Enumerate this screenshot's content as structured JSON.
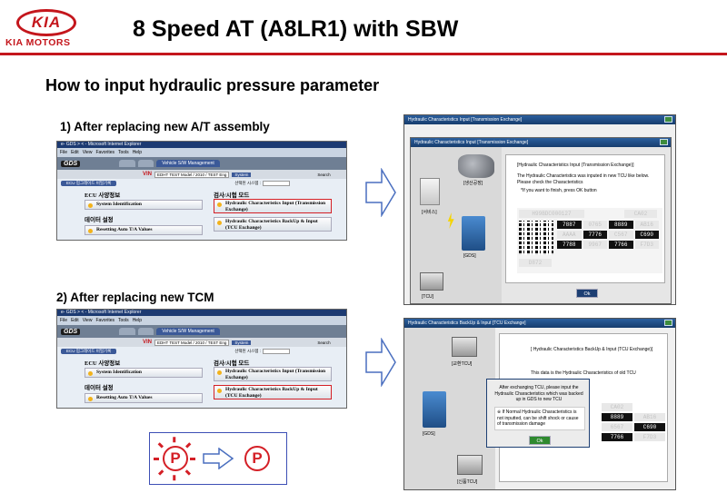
{
  "header": {
    "logo_text": "KIA",
    "logo_subtext": "KIA MOTORS",
    "title": "8 Speed AT (A8LR1) with SBW"
  },
  "subtitle": "How to input hydraulic pressure parameter",
  "steps": [
    {
      "label": "1) After replacing new A/T assembly"
    },
    {
      "label": "2) After replacing new TCM"
    }
  ],
  "gds": {
    "window_title": "e- GDS > < - Microsoft Internet Explorer",
    "menu_items": [
      "File",
      "Edit",
      "View",
      "Favorites",
      "Tools",
      "Help"
    ],
    "logo": "GDS",
    "tabs": [
      "Vehicle S/W Management"
    ],
    "vin_label": "VIN",
    "vin_value": "EDHT TEST Model / 2010 / TEST Eng",
    "system_label": "System",
    "search_label": "Search",
    "crumb": "ECU 업그레이드 비밀기록",
    "select_label": "선택된 시스템 :",
    "ecu_info_heading": "ECU 사양정보",
    "system_identification": "System Identification",
    "data_setting_heading": "데이터 설정",
    "resetting_label": "Resetting Auto T/A Values",
    "test_mode_heading": "검사/시험 모드",
    "hydraulic_input": "Hydraulic Characteristics Input (Transmission Exchange)",
    "hydraulic_backup": "Hydraulic Characteristics BackUp & Input (TCU Exchange)"
  },
  "dialog1": {
    "outer_title": "Hydraulic Characteristics Input [Transmission Exchange]",
    "inner_title": "Hydraulic Characteristics Input [Transmission Exchange]",
    "label_factory": "[생산공장]",
    "label_dealer": "[서비스]",
    "label_gds": "[GDS]",
    "label_tcu": "[TCU]",
    "heading": "[Hydraulic Characteristics Input (Transmission Exchange)]",
    "text1": "The Hydraulic Characteristics was inputed in new TCU like below. Please check the Characteristics",
    "text2": "*If you want to finish, press OK button",
    "code_header": "H99BDC000127",
    "code_header2": "CA02",
    "codes": [
      "7887",
      "0765",
      "8889",
      "AB16",
      "AAAA",
      "7776",
      "C567",
      "C690",
      "7788",
      "9967",
      "7766",
      "F7D3"
    ],
    "code_footer": "D872",
    "ok": "Ok"
  },
  "dialog2": {
    "outer_title": "Hydraulic Characteristics BackUp & Input [TCU Exchange]",
    "label_old": "[교환TCU]",
    "label_gds": "[GDS]",
    "label_new": "[신품TCU]",
    "heading": "[ Hydraulic Characteristics BackUp & Input (TCU Exchange)]",
    "text1": "This data is the Hydraulic Characteristics of old TCU",
    "popup_text1": "After exchanging TCU, please input the Hydraulic Characteristics which was backed up in GDS to new TCU",
    "popup_text2": "※ If Normal Hydraulic Characteristics is not inputted, can be shift shock or cause of transmission damage",
    "popup_ok": "Ok",
    "codes": [
      "CA02",
      "8889",
      "AB16",
      "6567",
      "C690",
      "7766",
      "F7D3"
    ]
  },
  "shift": {
    "from": "P",
    "to": "P"
  }
}
